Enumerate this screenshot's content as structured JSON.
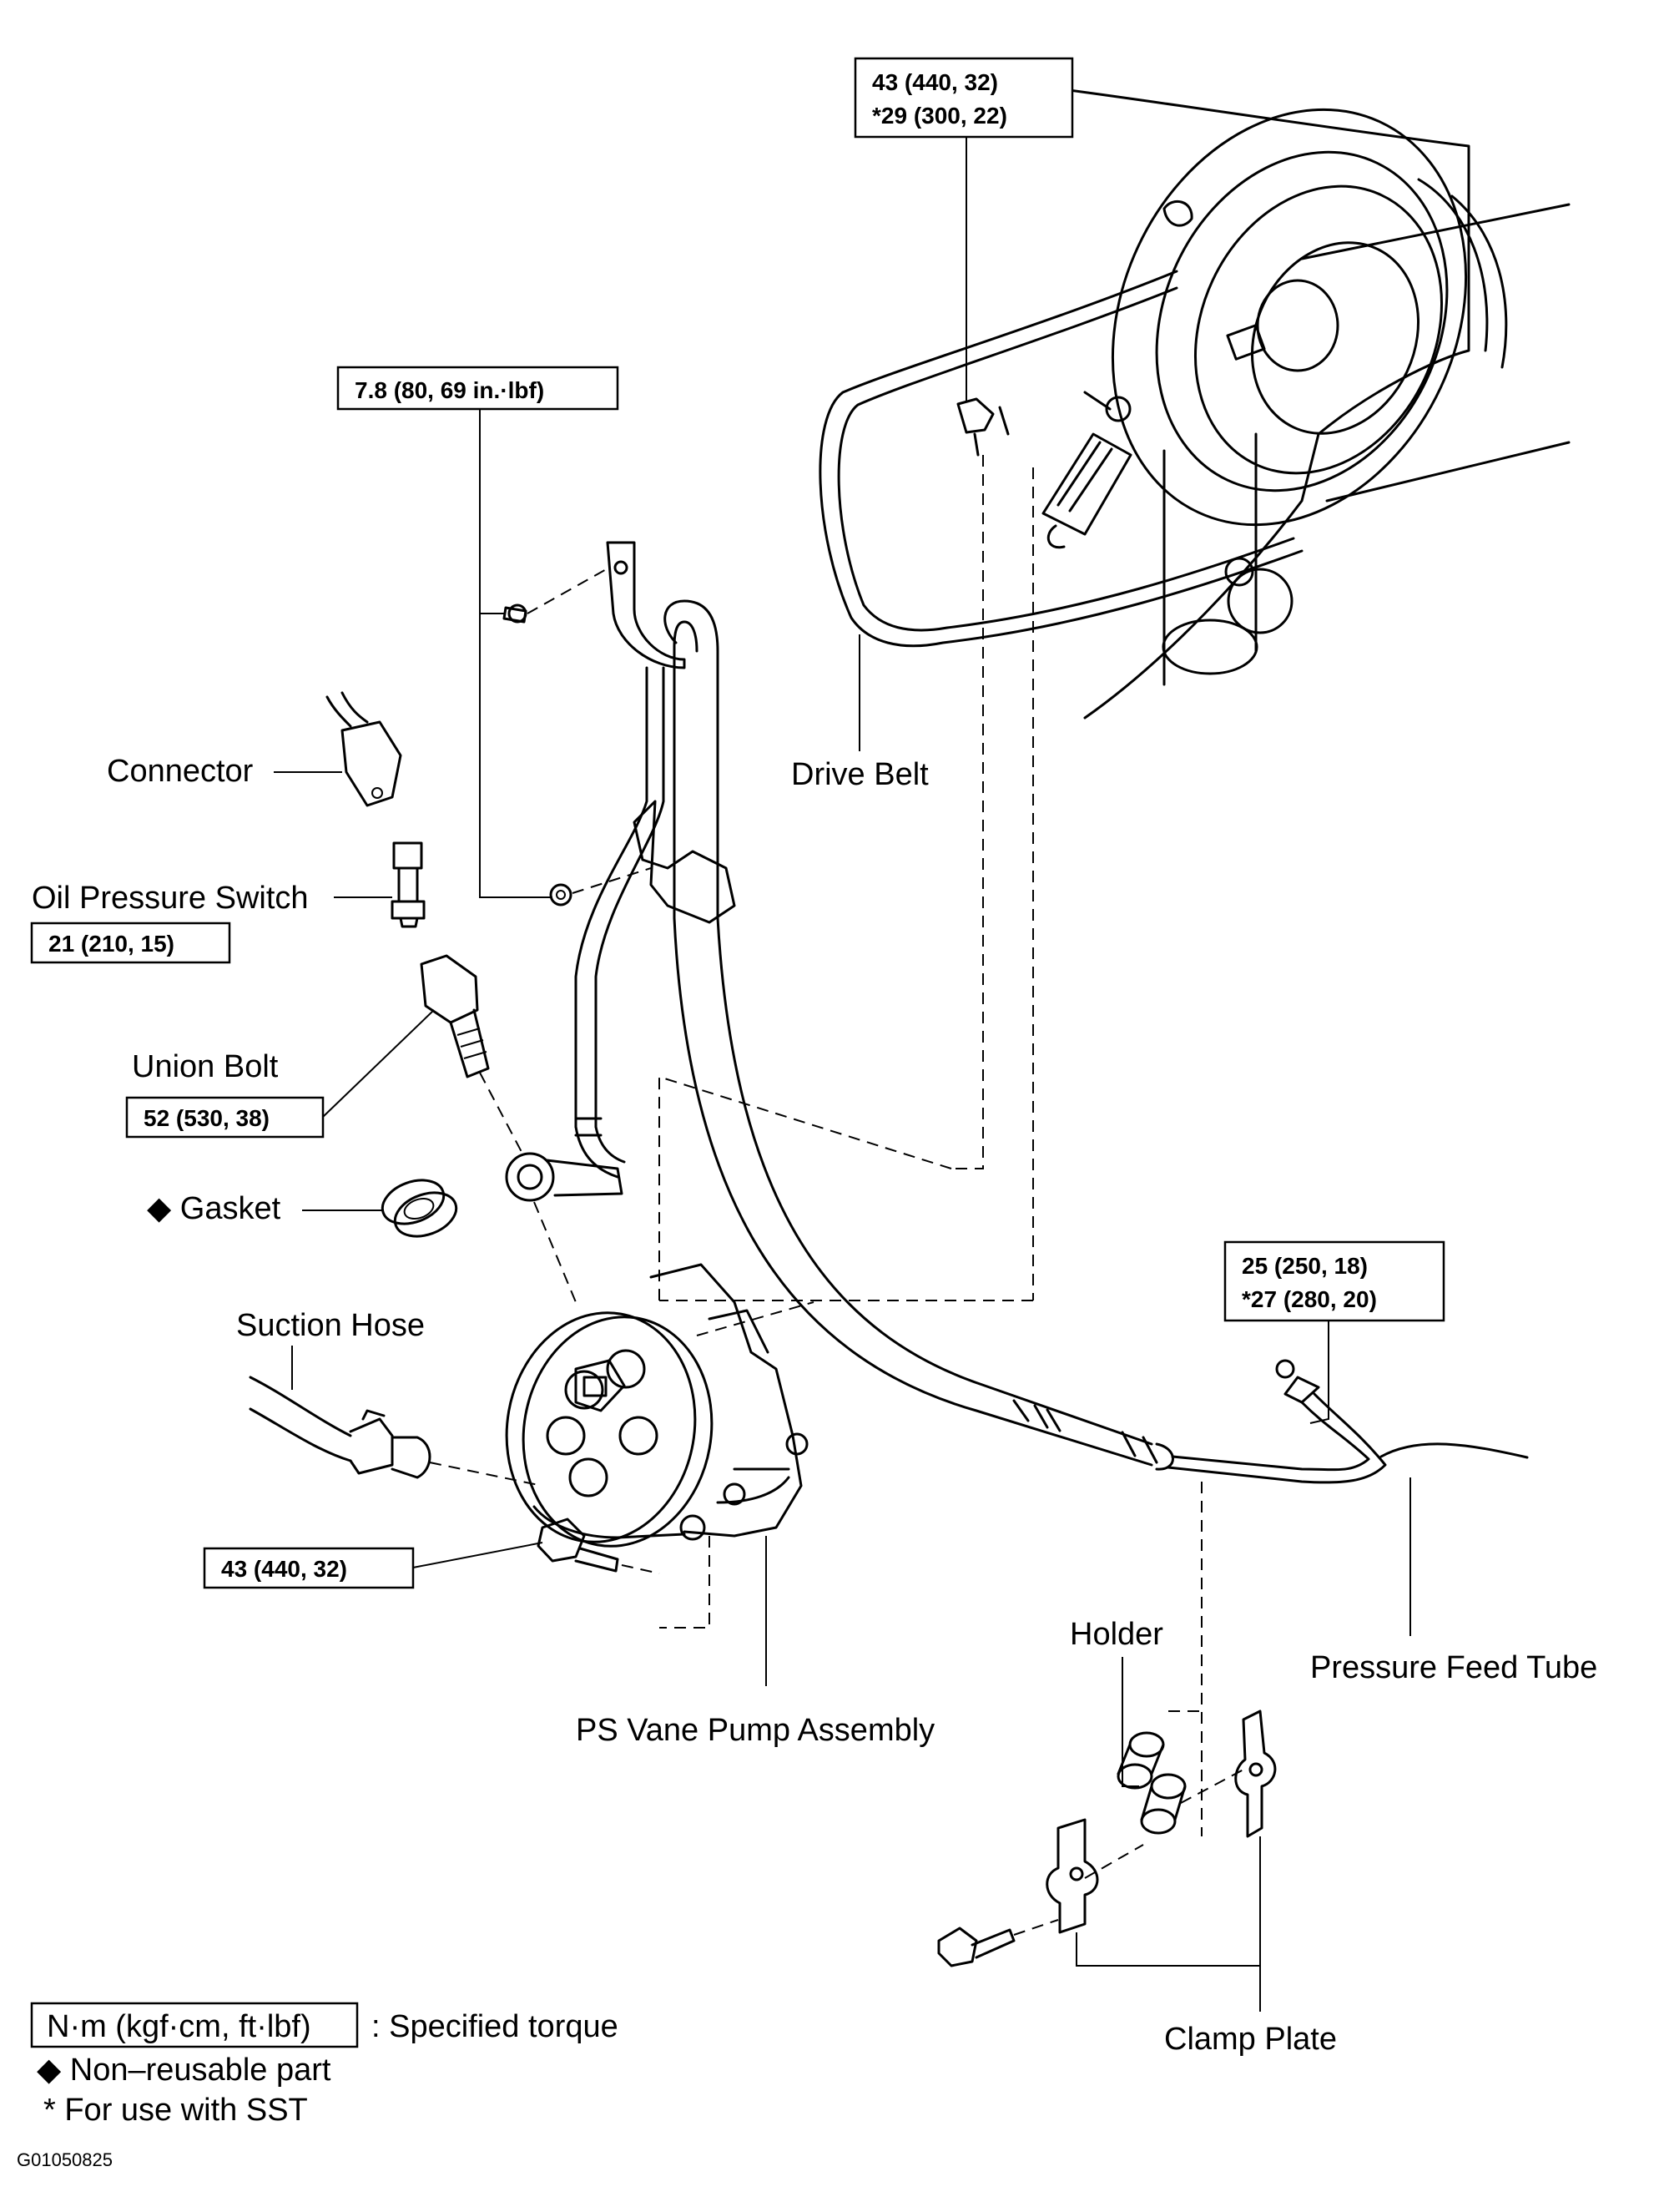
{
  "figure_code": "G01050825",
  "torque_boxes": {
    "crank_bolt": {
      "line1": "43 (440, 32)",
      "line2": "*29 (300, 22)"
    },
    "bracket_bolt": "7.8 (80, 69 in.·lbf)",
    "oil_pressure_switch": "21 (210, 15)",
    "union_bolt": "52 (530, 38)",
    "pump_bolt": "43 (440, 32)",
    "pressure_feed_tube": {
      "line1": "25 (250, 18)",
      "line2": "*27 (280, 20)"
    }
  },
  "labels": {
    "drive_belt": "Drive Belt",
    "connector": "Connector",
    "oil_pressure_switch": "Oil Pressure Switch",
    "union_bolt": "Union Bolt",
    "gasket": "◆ Gasket",
    "suction_hose": "Suction Hose",
    "ps_vane_pump": "PS Vane Pump Assembly",
    "holder": "Holder",
    "pressure_feed_tube": "Pressure Feed Tube",
    "clamp_plate": "Clamp Plate"
  },
  "legend": {
    "torque_units_box": "N·m (kgf·cm, ft·lbf)",
    "torque_units_desc": ": Specified torque",
    "non_reusable": "◆  Non–reusable part",
    "sst": "*  For use with SST"
  }
}
